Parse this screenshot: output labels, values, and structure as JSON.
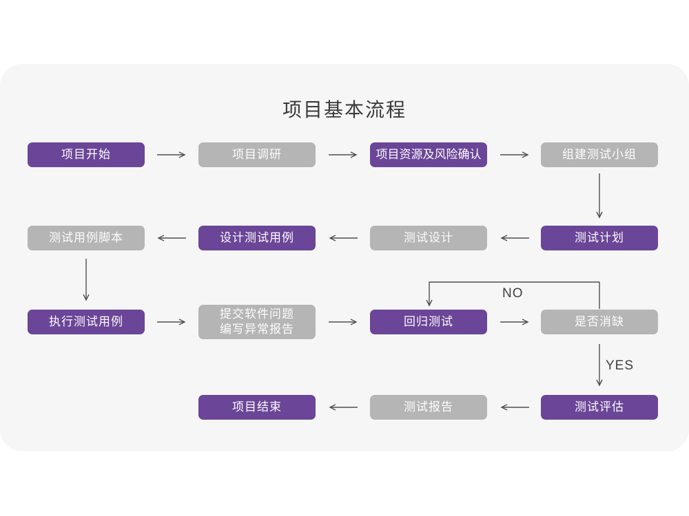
{
  "flowchart": {
    "title": "项目基本流程",
    "decision_labels": {
      "no": "NO",
      "yes": "YES"
    },
    "colors": {
      "node_highlight": "#6b4597",
      "node_normal": "#b5b5b5",
      "card_background": "#f6f6f6",
      "page_background": "#ffffff",
      "connector": "#4f4f4f",
      "node_text": "#fcfcfc",
      "title_text": "#3a3a3a"
    },
    "nodes": [
      {
        "id": "project-start",
        "label": "项目开始",
        "type": "highlight"
      },
      {
        "id": "project-research",
        "label": "项目调研",
        "type": "normal"
      },
      {
        "id": "project-resources-risk",
        "label": "项目资源及风险确认",
        "type": "highlight"
      },
      {
        "id": "build-test-team",
        "label": "组建测试小组",
        "type": "normal"
      },
      {
        "id": "test-case-script",
        "label": "测试用例脚本",
        "type": "normal"
      },
      {
        "id": "design-test-case",
        "label": "设计测试用例",
        "type": "highlight"
      },
      {
        "id": "test-design",
        "label": "测试设计",
        "type": "normal"
      },
      {
        "id": "test-plan",
        "label": "测试计划",
        "type": "highlight"
      },
      {
        "id": "execute-test-case",
        "label": "执行测试用例",
        "type": "highlight"
      },
      {
        "id": "submit-issues-report",
        "label": "提交软件问题\n编写异常报告",
        "type": "normal"
      },
      {
        "id": "regression-test",
        "label": "回归测试",
        "type": "highlight"
      },
      {
        "id": "defect-cleared",
        "label": "是否消缺",
        "type": "normal"
      },
      {
        "id": "project-end",
        "label": "项目结束",
        "type": "highlight"
      },
      {
        "id": "test-report",
        "label": "测试报告",
        "type": "normal"
      },
      {
        "id": "test-evaluation",
        "label": "测试评估",
        "type": "highlight"
      }
    ]
  }
}
